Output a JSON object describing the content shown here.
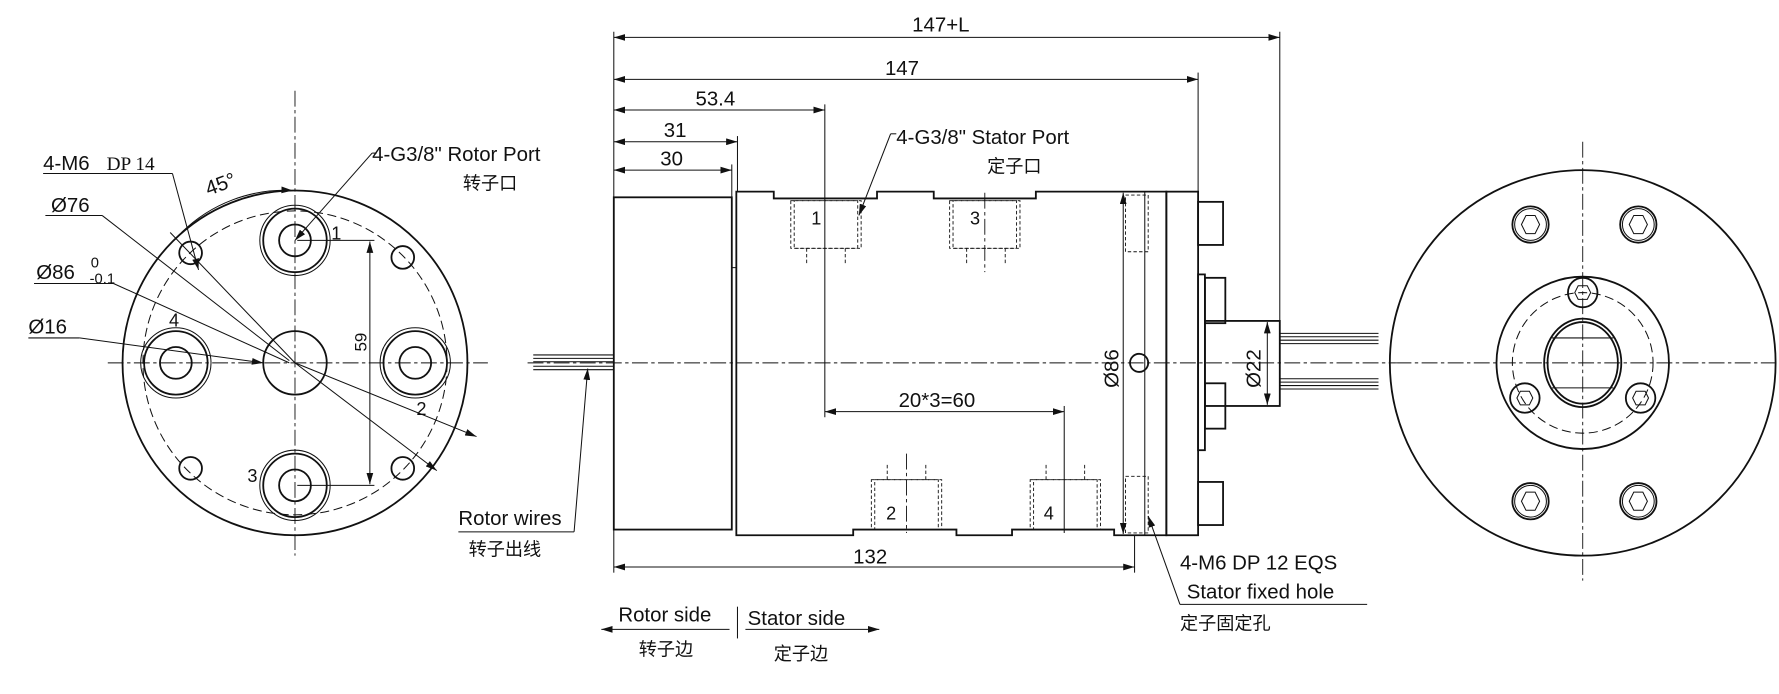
{
  "left_view": {
    "rotor_port": "4-G3/8\"  Rotor Port",
    "rotor_port_cn": "转子口",
    "mount_holes": "4-M6",
    "mount_depth": "DP  14",
    "angle": "45°",
    "d76": "Ø76",
    "d86": "Ø86",
    "d86_tol_upper": "0",
    "d86_tol_lower": "-0.1",
    "d16": "Ø16",
    "dim_59": "59",
    "ports": [
      "1",
      "2",
      "3",
      "4"
    ]
  },
  "side_view": {
    "dims": {
      "total": "147+L",
      "body": "147",
      "port_offset": "53.4",
      "rotor_len_31": "31",
      "rotor_len_30": "30",
      "port_spacing": "20*3=60",
      "length_132": "132",
      "diameter": "Ø86",
      "tube_diameter": "Ø22"
    },
    "stator_port": "4-G3/8\" Stator Port",
    "stator_port_cn": "定子口",
    "ports": [
      "1",
      "3",
      "2",
      "4"
    ],
    "rotor_wires": "Rotor wires",
    "rotor_wires_cn": "转子出线",
    "stator_hole": "4-M6 DP 12 EQS",
    "stator_hole_label": "Stator fixed hole",
    "stator_hole_cn": "定子固定孔",
    "rotor_side": "Rotor side",
    "rotor_side_cn": "转子边",
    "stator_side": "Stator side",
    "stator_side_cn": "定子边"
  }
}
